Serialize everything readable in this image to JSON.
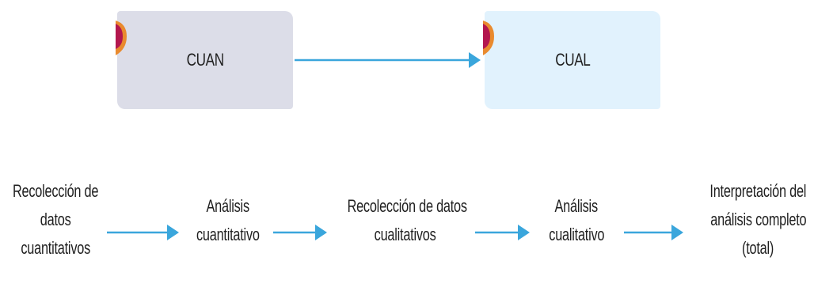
{
  "top_boxes": [
    {
      "label": "CUAN",
      "color": "#dcdde8"
    },
    {
      "label": "CUAL",
      "color": "#e1f2fd"
    }
  ],
  "steps": [
    {
      "lines": [
        "Recolección de",
        "datos",
        "cuantitativos"
      ]
    },
    {
      "lines": [
        "Análisis",
        "cuantitativo"
      ]
    },
    {
      "lines": [
        "Recolección de datos",
        "cualitativos"
      ]
    },
    {
      "lines": [
        "Análisis",
        "cualitativo"
      ]
    },
    {
      "lines": [
        "Interpretación del",
        "análisis completo",
        "(total)"
      ]
    }
  ],
  "colors": {
    "arrow": "#3aa6dc",
    "corner_outer": "#e98a2e",
    "corner_inner": "#b3174e"
  }
}
